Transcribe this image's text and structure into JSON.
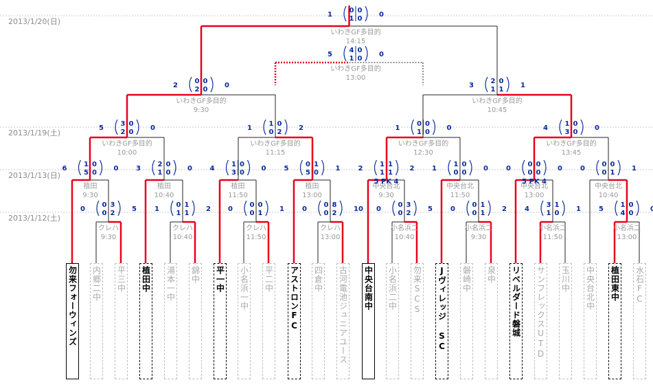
{
  "colors": {
    "winner_line": "#e8001c",
    "loser_line": "#222222",
    "muted_text": "#999999",
    "score": "#0a2a9c",
    "date": "#8a8a8a",
    "guide": "#c8c8c8"
  },
  "dates": [
    "2013/1/20(日)",
    "2013/1/19(土)",
    "2013/1/13(日)",
    "2013/1/12(土)"
  ],
  "teams": [
    {
      "name": "勿来フォーウィンズ",
      "status": "win"
    },
    {
      "name": "内郷二中",
      "status": "lose"
    },
    {
      "name": "平三中",
      "status": "lose"
    },
    {
      "name": "植田中",
      "status": "semi"
    },
    {
      "name": "湯本一中",
      "status": "lose"
    },
    {
      "name": "錦中",
      "status": "lose"
    },
    {
      "name": "平一中",
      "status": "semi"
    },
    {
      "name": "小名浜一中",
      "status": "lose"
    },
    {
      "name": "平二中",
      "status": "lose"
    },
    {
      "name": "アストロンFC",
      "status": "semi"
    },
    {
      "name": "四倉中",
      "status": "lose"
    },
    {
      "name": "古河電池ジュニアユース",
      "status": "lose"
    },
    {
      "name": "中央台南中",
      "status": "win"
    },
    {
      "name": "小名浜二中",
      "status": "lose"
    },
    {
      "name": "勿来SCS",
      "status": "lose"
    },
    {
      "name": "Jヴィレッジ SC",
      "status": "semi"
    },
    {
      "name": "磐崎中",
      "status": "lose"
    },
    {
      "name": "泉中",
      "status": "lose"
    },
    {
      "name": "リベルダード磐城",
      "status": "semi"
    },
    {
      "name": "サンフレックスUTD",
      "status": "lose"
    },
    {
      "name": "玉川中",
      "status": "lose"
    },
    {
      "name": "中央台北中",
      "status": "lose"
    },
    {
      "name": "植田東中",
      "status": "semi"
    },
    {
      "name": "水石FC",
      "status": "lose"
    }
  ],
  "venues": {
    "final": "いわきGF多目的",
    "final_time": "14:15",
    "third": "いわきGF多目的",
    "third_time": "13:00",
    "sf_left": "いわきGF多目的",
    "sf_left_time": "9:30",
    "sf_right": "いわきGF多目的",
    "sf_right_time": "10:45",
    "qf1": "いわきGF多目的",
    "qf1_time": "10:00",
    "qf2": "いわきGF多目的",
    "qf2_time": "11:15",
    "qf3": "いわきGF多目的",
    "qf3_time": "12:30",
    "qf4": "いわきGF多目的",
    "qf4_time": "13:45",
    "r16_1": "植田",
    "r16_1_time": "9:30",
    "r16_2": "植田",
    "r16_2_time": "10:40",
    "r16_3": "植田",
    "r16_3_time": "11:50",
    "r16_4": "植田",
    "r16_4_time": "13:00",
    "r16_5": "中央台北",
    "r16_5_time": "9:30",
    "r16_6": "中央台北",
    "r16_6_time": "11:50",
    "r16_7": "中央台北",
    "r16_7_time": "13:00",
    "r16_8": "中央台北",
    "r16_8_time": "10:40",
    "r1_1": "クレハ",
    "r1_1_time": "9:30",
    "r1_2": "クレハ",
    "r1_2_time": "10:40",
    "r1_3": "クレハ",
    "r1_3_time": "11:50",
    "r1_4": "クレハ",
    "r1_4_time": "13:00",
    "r1_5": "小名浜二",
    "r1_5_time": "10:40",
    "r1_6": "小名浜二",
    "r1_6_time": "9:30",
    "r1_7": "小名浜二",
    "r1_7_time": "11:50",
    "r1_8": "小名浜二",
    "r1_8_time": "13:00"
  },
  "scores": {
    "final": {
      "left": "1",
      "h1": [
        "0",
        "0"
      ],
      "h2": [
        "1",
        "0"
      ],
      "right": "0"
    },
    "third": {
      "left": "5",
      "h1": [
        "4",
        "0"
      ],
      "h2": [
        "1",
        "0"
      ],
      "right": "0"
    },
    "sf_left": {
      "left": "2",
      "h1": [
        "0",
        "0"
      ],
      "h2": [
        "2",
        "0"
      ],
      "right": "0"
    },
    "sf_right": {
      "left": "3",
      "h1": [
        "2",
        "0"
      ],
      "h2": [
        "1",
        "1"
      ],
      "right": "1"
    },
    "qf1": {
      "left": "5",
      "h1": [
        "3",
        "0"
      ],
      "h2": [
        "2",
        "0"
      ],
      "right": "0"
    },
    "qf2": {
      "left": "1",
      "h1": [
        "1",
        "0"
      ],
      "h2": [
        "0",
        "2"
      ],
      "right": "2"
    },
    "qf3": {
      "left": "1",
      "h1": [
        "0",
        "0"
      ],
      "h2": [
        "1",
        "0"
      ],
      "right": "0"
    },
    "qf4": {
      "left": "4",
      "h1": [
        "1",
        "0"
      ],
      "h2": [
        "3",
        "0"
      ],
      "right": "0"
    },
    "r16_1": {
      "left": "6",
      "h1": [
        "1",
        "0"
      ],
      "h2": [
        "5",
        "0"
      ],
      "right": "0"
    },
    "r16_2": {
      "left": "3",
      "h1": [
        "2",
        "0"
      ],
      "h2": [
        "1",
        "0"
      ],
      "right": "0"
    },
    "r16_3": {
      "left": "4",
      "h1": [
        "1",
        "0"
      ],
      "h2": [
        "3",
        "0"
      ],
      "right": "0"
    },
    "r16_4": {
      "left": "5",
      "h1": [
        "0",
        "1"
      ],
      "h2": [
        "5",
        "0"
      ],
      "right": "1"
    },
    "r16_5": {
      "left": "2",
      "h1": [
        "1",
        "1"
      ],
      "h2": [
        "1",
        "1"
      ],
      "right": "2",
      "pk": "5 PK 4"
    },
    "r16_6": {
      "left": "1",
      "h1": [
        "1",
        "0"
      ],
      "h2": [
        "0",
        "0"
      ],
      "right": "0"
    },
    "r16_7": {
      "left": "0",
      "h1": [
        "0",
        "0"
      ],
      "h2": [
        "0",
        "0"
      ],
      "right": "0",
      "pk": "5 PK 4"
    },
    "r16_8": {
      "left": "0",
      "h1": [
        "0",
        "0"
      ],
      "h2": [
        "0",
        "1"
      ],
      "right": "1"
    },
    "r1_1": {
      "left": "0",
      "h1": [
        "0",
        "3"
      ],
      "h2": [
        "0",
        "2"
      ],
      "right": "5"
    },
    "r1_2": {
      "left": "1",
      "h1": [
        "0",
        "1"
      ],
      "h2": [
        "1",
        "1"
      ],
      "right": "2"
    },
    "r1_3": {
      "left": "0",
      "h1": [
        "0",
        "0"
      ],
      "h2": [
        "0",
        "1"
      ],
      "right": "1"
    },
    "r1_4": {
      "left": "0",
      "h1": [
        "0",
        "8"
      ],
      "h2": [
        "0",
        "2"
      ],
      "right": "10"
    },
    "r1_5": {
      "left": "0",
      "h1": [
        "0",
        "3"
      ],
      "h2": [
        "0",
        "2"
      ],
      "right": "5"
    },
    "r1_6": {
      "left": "0",
      "h1": [
        "0",
        "1"
      ],
      "h2": [
        "0",
        "1"
      ],
      "right": "2"
    },
    "r1_7": {
      "left": "4",
      "h1": [
        "3",
        "1"
      ],
      "h2": [
        "1",
        "0"
      ],
      "right": "1"
    },
    "r1_8": {
      "left": "5",
      "h1": [
        "1",
        "0"
      ],
      "h2": [
        "4",
        "0"
      ],
      "right": "0"
    }
  }
}
